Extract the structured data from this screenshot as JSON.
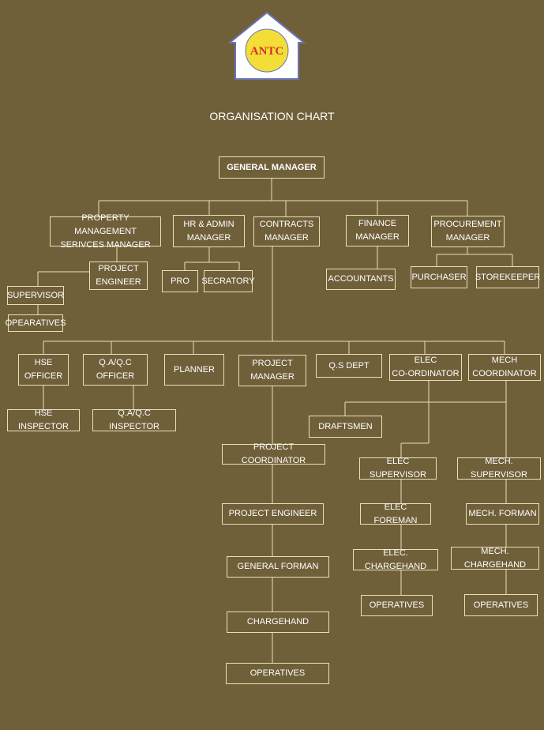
{
  "logo": {
    "text": "ANTC",
    "roof_color": "#6a73b8",
    "circle_color": "#f2de36",
    "text_color": "#d8322a"
  },
  "title": "ORGANISATION CHART",
  "colors": {
    "background": "#70603a",
    "lines": "#eadfb8",
    "text": "#ffffff"
  },
  "nodes": {
    "general_manager": "GENERAL MANAGER",
    "property_manager": "PROPERTY MANAGEMENT\nSERIVCES MANAGER",
    "hr_admin_manager": "HR & ADMIN\nMANAGER",
    "contracts_manager": "CONTRACTS\nMANAGER",
    "finance_manager": "FINANCE\nMANAGER",
    "procurement_manager": "PROCUREMENT\nMANAGER",
    "prop_project_engineer": "PROJECT\nENGINEER",
    "supervisor": "SUPERVISOR",
    "opearatives": "OPEARATIVES",
    "pro": "PRO",
    "secratory": "SECRATORY",
    "accountants": "ACCOUNTANTS",
    "purchaser": "PURCHASER",
    "storekeeper": "STOREKEEPER",
    "hse_officer": "HSE\nOFFICER",
    "qaqc_officer": "Q.A/Q.C\nOFFICER",
    "planner": "PLANNER",
    "project_manager": "PROJECT\nMANAGER",
    "qs_dept": "Q.S DEPT",
    "elec_coordinator": "ELEC\nCO-ORDINATOR",
    "mech_coordinator": "MECH\nCOORDINATOR",
    "hse_inspector": "HSE INSPECTOR",
    "qaqc_inspector": "Q.A/Q.C INSPECTOR",
    "draftsmen": "DRAFTSMEN",
    "project_coordinator": "PROJECT COORDINATOR",
    "project_engineer": "PROJECT ENGINEER",
    "general_forman": "GENERAL FORMAN",
    "chargehand": "CHARGEHAND",
    "operatives": "OPERATIVES",
    "elec_supervisor": "ELEC SUPERVISOR",
    "elec_foreman": "ELEC FOREMAN",
    "elec_chargehand": "ELEC. CHARGEHAND",
    "elec_operatives": "OPERATIVES",
    "mech_supervisor": "MECH. SUPERVISOR",
    "mech_forman": "MECH. FORMAN",
    "mech_chargehand": "MECH. CHARGEHAND",
    "mech_operatives": "OPERATIVES"
  }
}
